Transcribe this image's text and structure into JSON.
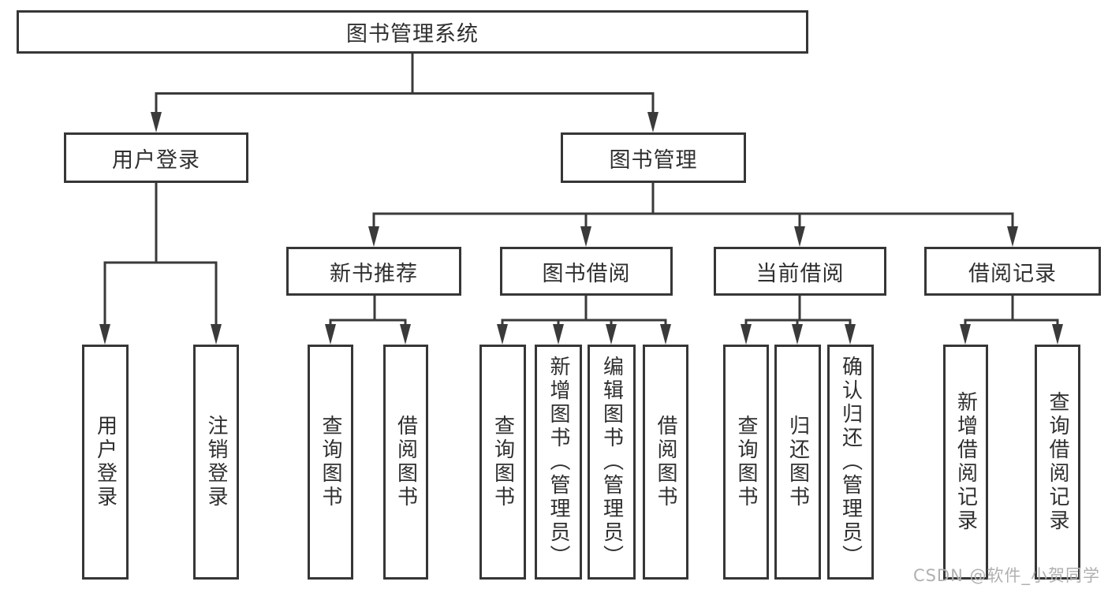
{
  "title": "图书管理系统",
  "watermark": "CSDN @软件_小贺同学",
  "colors": {
    "line": "#3a3a3a",
    "border": "#363636",
    "text": "#2f2f2f",
    "watermark": "#b0b0b0",
    "background": "#ffffff"
  },
  "nodes": {
    "root": {
      "label": "图书管理系统"
    },
    "login": {
      "label": "用户登录"
    },
    "mgmt": {
      "label": "图书管理"
    },
    "rec": {
      "label": "新书推荐"
    },
    "borrow": {
      "label": "图书借阅"
    },
    "current": {
      "label": "当前借阅"
    },
    "records": {
      "label": "借阅记录"
    },
    "login_leaf": {
      "label": "用户登录"
    },
    "logout_leaf": {
      "label": "注销登录"
    },
    "rec_query": {
      "label": "查询图书"
    },
    "rec_borrow": {
      "label": "借阅图书"
    },
    "borrow_query": {
      "label": "查询图书"
    },
    "borrow_add": {
      "label": "新增图书（管理员）"
    },
    "borrow_edit": {
      "label": "编辑图书（管理员）"
    },
    "borrow_lend": {
      "label": "借阅图书"
    },
    "current_query": {
      "label": "查询图书"
    },
    "current_return": {
      "label": "归还图书"
    },
    "current_confirm": {
      "label": "确认归还（管理员）"
    },
    "records_add": {
      "label": "新增借阅记录"
    },
    "records_query": {
      "label": "查询借阅记录"
    }
  }
}
